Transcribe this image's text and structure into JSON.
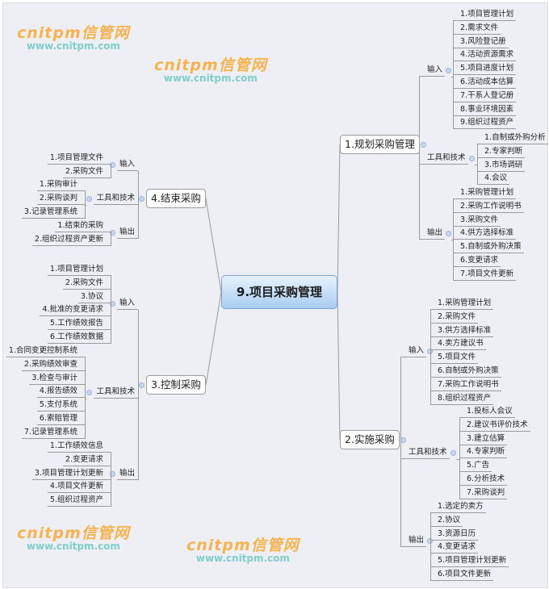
{
  "center": "9.项目采购管理",
  "branches": [
    {
      "title": "1.规划采购管理",
      "groups": [
        {
          "label": "输入",
          "items": [
            "1.项目管理计划",
            "2.需求文件",
            "3.风险登记册",
            "4.活动资源需求",
            "5.项目进度计划",
            "6.活动成本估算",
            "7.干系人登记册",
            "8.事业环境因素",
            "9.组织过程资产"
          ]
        },
        {
          "label": "工具和技术",
          "items": [
            "1.自制或外购分析",
            "2.专家判断",
            "3.市场调研",
            "4.会议"
          ]
        },
        {
          "label": "输出",
          "items": [
            "1.采购管理计划",
            "2.采购工作说明书",
            "3.采购文件",
            "4.供方选择标准",
            "5.自制或外购决策",
            "6.变更请求",
            "7.项目文件更新"
          ]
        }
      ]
    },
    {
      "title": "2.实施采购",
      "groups": [
        {
          "label": "输入",
          "items": [
            "1.采购管理计划",
            "2.采购文件",
            "3.供方选择标准",
            "4.卖方建议书",
            "5.项目文件",
            "6.自制或外购决策",
            "7.采购工作说明书",
            "8.组织过程资产"
          ]
        },
        {
          "label": "工具和技术",
          "items": [
            "1.投标人会议",
            "2.建议书评价技术",
            "3.建立估算",
            "4.专家判断",
            "5.广告",
            "6.分析技术",
            "7.采购谈判"
          ]
        },
        {
          "label": "输出",
          "items": [
            "1.选定的卖方",
            "2.协议",
            "3.资源日历",
            "4.变更请求",
            "5.项目管理计划更新",
            "6.项目文件更新"
          ]
        }
      ]
    },
    {
      "title": "3.控制采购",
      "groups": [
        {
          "label": "输入",
          "items": [
            "1.项目管理计划",
            "2.采购文件",
            "3.协议",
            "4.批准的变更请求",
            "5.工作绩效报告",
            "6.工作绩效数据"
          ]
        },
        {
          "label": "工具和技术",
          "items": [
            "1.合同变更控制系统",
            "2.采购绩效审查",
            "3.检查与审计",
            "4.报告绩效",
            "5.支付系统",
            "6.索赔管理",
            "7.记录管理系统"
          ]
        },
        {
          "label": "输出",
          "items": [
            "1.工作绩效信息",
            "2.变更请求",
            "3.项目管理计划更新",
            "4.项目文件更新",
            "5.组织过程资产"
          ]
        }
      ]
    },
    {
      "title": "4.结束采购",
      "groups": [
        {
          "label": "输入",
          "items": [
            "1.项目管理文件",
            "2.采购文件"
          ]
        },
        {
          "label": "工具和技术",
          "items": [
            "1.采购审计",
            "2.采购谈判",
            "3.记录管理系统"
          ]
        },
        {
          "label": "输出",
          "items": [
            "1.结束的采购",
            "2.组织过程资产更新"
          ]
        }
      ]
    }
  ],
  "watermark": {
    "brand": "cnitpm信管网",
    "url": "www.cnitpm.com"
  },
  "colors": {
    "background": "#eeeff4",
    "center_top": "#e7f2fd",
    "center_bottom": "#a9cdf2",
    "line": "#9a9a9a",
    "watermark_brand": "#f7a528",
    "watermark_url": "#5ac3be"
  }
}
